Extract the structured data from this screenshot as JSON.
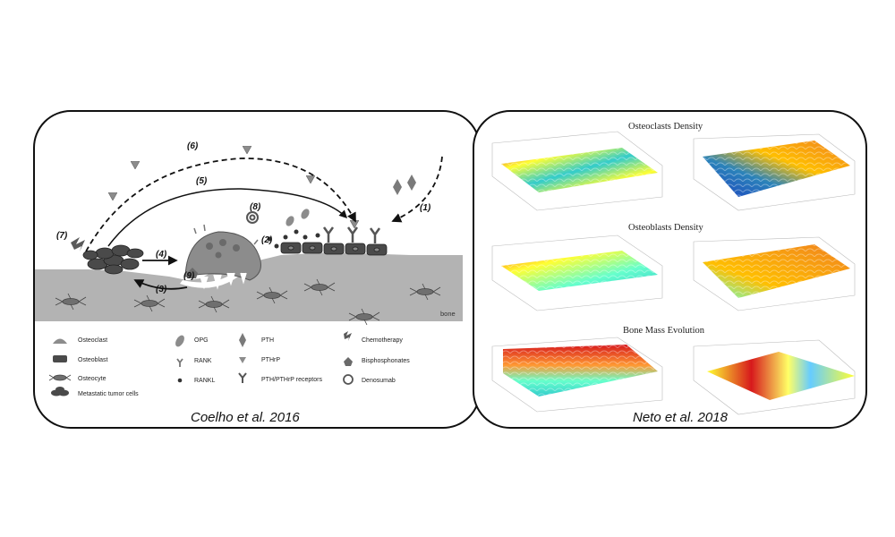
{
  "left_panel": {
    "caption": "Coelho et al. 2016",
    "step_labels": [
      "(1)",
      "(2)",
      "(3)",
      "(4)",
      "(5)",
      "(6)",
      "(7)",
      "(8)",
      "(9)"
    ],
    "bone_label": "bone",
    "legend": [
      {
        "icon": "osteoclast-icon",
        "label": "Osteoclast"
      },
      {
        "icon": "osteoblast-icon",
        "label": "Osteoblast"
      },
      {
        "icon": "osteocyte-icon",
        "label": "Osteocyte"
      },
      {
        "icon": "tumor-cells-icon",
        "label": "Metastatic tumor cells"
      },
      {
        "icon": "opg-icon",
        "label": "OPG"
      },
      {
        "icon": "rank-icon",
        "label": "RANK"
      },
      {
        "icon": "rankl-icon",
        "label": "RANKL"
      },
      {
        "icon": "pth-icon",
        "label": "PTH"
      },
      {
        "icon": "pthrp-icon",
        "label": "PTHrP"
      },
      {
        "icon": "receptor-icon",
        "label": "PTH/PTHrP receptors"
      },
      {
        "icon": "chemotherapy-icon",
        "label": "Chemotherapy"
      },
      {
        "icon": "bisphosphonates-icon",
        "label": "Bisphosphonates"
      },
      {
        "icon": "denosumab-icon",
        "label": "Denosumab"
      }
    ]
  },
  "right_panel": {
    "caption": "Neto et al. 2018",
    "plot_titles": [
      "Osteoclasts Density",
      "Osteoblasts Density",
      "Bone Mass Evolution"
    ]
  },
  "colors": {
    "border": "#111111",
    "bone": "#b3b3b3",
    "cell_dark": "#4a4a4a",
    "osteoclast": "#8c8c8c",
    "surface_high": "#d7191c",
    "surface_mid": "#ffff33",
    "surface_low": "#2b83ba"
  }
}
